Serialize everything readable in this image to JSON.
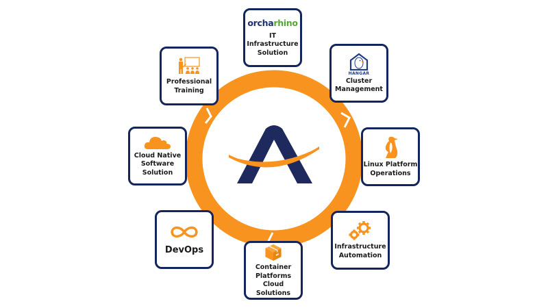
{
  "diagram": {
    "center_logo": "A",
    "colors": {
      "ring": "#f7931e",
      "box_border": "#14245c",
      "logo_navy": "#1e2a5e",
      "logo_swoosh": "#f7931e",
      "icon_orange": "#f7931e",
      "orcha_navy": "#1e2f6e",
      "rhino_green": "#56a832"
    },
    "nodes": [
      {
        "id": "it-infra",
        "logo_part1": "orcha",
        "logo_part2": "rhino",
        "label_line1": "IT Infrastructure",
        "label_line2": "Solution",
        "icon": "orcharhino-logo"
      },
      {
        "id": "cluster",
        "logo_text": "HANGAR",
        "label_line1": "Cluster",
        "label_line2": "Management",
        "icon": "hangar-goose-icon"
      },
      {
        "id": "linux",
        "label_line1": "Linux Platform",
        "label_line2": "Operations",
        "icon": "penguin-icon"
      },
      {
        "id": "automation",
        "label_line1": "Infrastructure",
        "label_line2": "Automation",
        "icon": "gears-icon"
      },
      {
        "id": "container",
        "label_line1": "Container",
        "label_line2": "Platforms",
        "label_line3": "Cloud Solutions",
        "icon": "box-icon"
      },
      {
        "id": "devops",
        "label_line1": "DevOps",
        "icon": "infinity-icon"
      },
      {
        "id": "cloud-native",
        "label_line1": "Cloud Native",
        "label_line2": "Software",
        "label_line3": "Solution",
        "icon": "cloud-icon"
      },
      {
        "id": "training",
        "label_line1": "Professional",
        "label_line2": "Training",
        "icon": "presentation-icon"
      }
    ]
  }
}
